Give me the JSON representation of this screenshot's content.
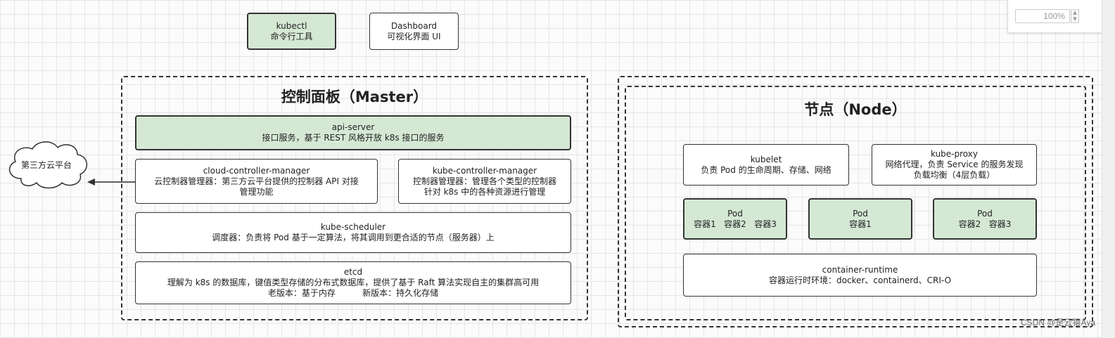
{
  "tools": {
    "kubectl": {
      "name": "kubectl",
      "desc": "命令行工具"
    },
    "dashboard": {
      "name": "Dashboard",
      "desc": "可视化界面 UI"
    }
  },
  "master": {
    "title": "控制面板（Master）",
    "api_server": {
      "name": "api-server",
      "desc": "接口服务，基于 REST 风格开放 k8s 接口的服务"
    },
    "ccm": {
      "name": "cloud-controller-manager",
      "desc1": "云控制器管理器：第三方云平台提供的控制器 API 对接",
      "desc2": "管理功能"
    },
    "kcm": {
      "name": "kube-controller-manager",
      "desc1": "控制器管理器：管理各个类型的控制器",
      "desc2": "针对 k8s 中的各种资源进行管理"
    },
    "scheduler": {
      "name": "kube-scheduler",
      "desc": "调度器：负责将 Pod 基于一定算法，将其调用到更合适的节点（服务器）上"
    },
    "etcd": {
      "name": "etcd",
      "desc1": "理解为 k8s 的数据库，键值类型存储的分布式数据库，提供了基于 Raft 算法实现自主的集群高可用",
      "desc2": "老版本：基于内存          新版本：持久化存储"
    }
  },
  "cloud": {
    "label": "第三方云平台"
  },
  "node": {
    "title": "节点（Node）",
    "kubelet": {
      "name": "kubelet",
      "desc": "负责 Pod 的生命周期、存储、网络"
    },
    "kube_proxy": {
      "name": "kube-proxy",
      "desc1": "网络代理，负责 Service 的服务发现",
      "desc2": "负载均衡（4层负载）"
    },
    "pods": [
      {
        "name": "Pod",
        "containers": "容器1   容器2   容器3"
      },
      {
        "name": "Pod",
        "containers": "容器1"
      },
      {
        "name": "Pod",
        "containers": "容器2   容器3"
      }
    ],
    "runtime": {
      "name": "container-runtime",
      "desc": "容器运行时环境：docker、containerd、CRI-O"
    }
  },
  "toolbar": {
    "zoom": "100%"
  },
  "watermark": "CSDN @是云猿Aya",
  "colors": {
    "green_fill": "#d5e8d4",
    "border": "#333333"
  }
}
